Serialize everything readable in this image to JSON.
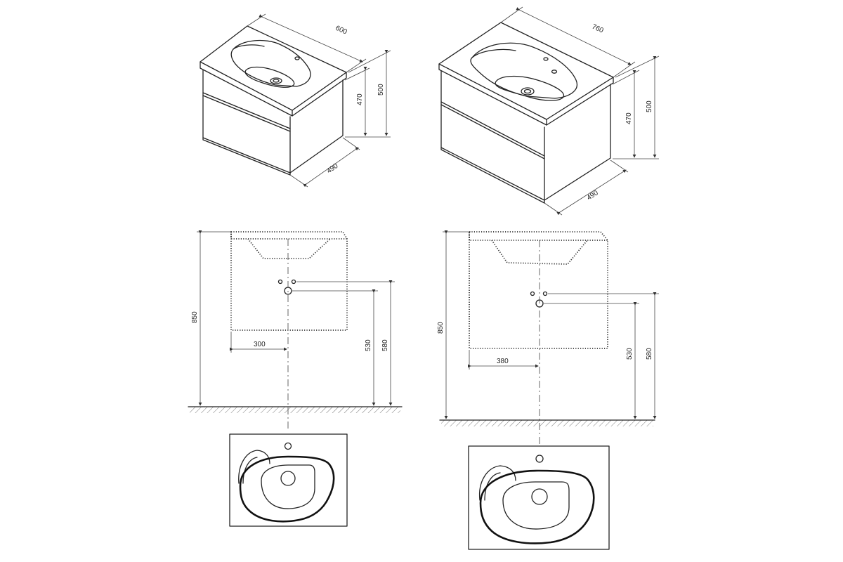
{
  "variants": [
    {
      "id": "600",
      "iso": {
        "width": "600",
        "height_outer": "500",
        "height_inner": "470",
        "depth": "490"
      },
      "front": {
        "total_height": "850",
        "hole_offset": "300",
        "height_drain": "530",
        "height_tap": "580"
      }
    },
    {
      "id": "760",
      "iso": {
        "width": "760",
        "height_outer": "500",
        "height_inner": "470",
        "depth": "490"
      },
      "front": {
        "total_height": "850",
        "hole_offset": "380",
        "height_drain": "530",
        "height_tap": "580"
      }
    }
  ]
}
